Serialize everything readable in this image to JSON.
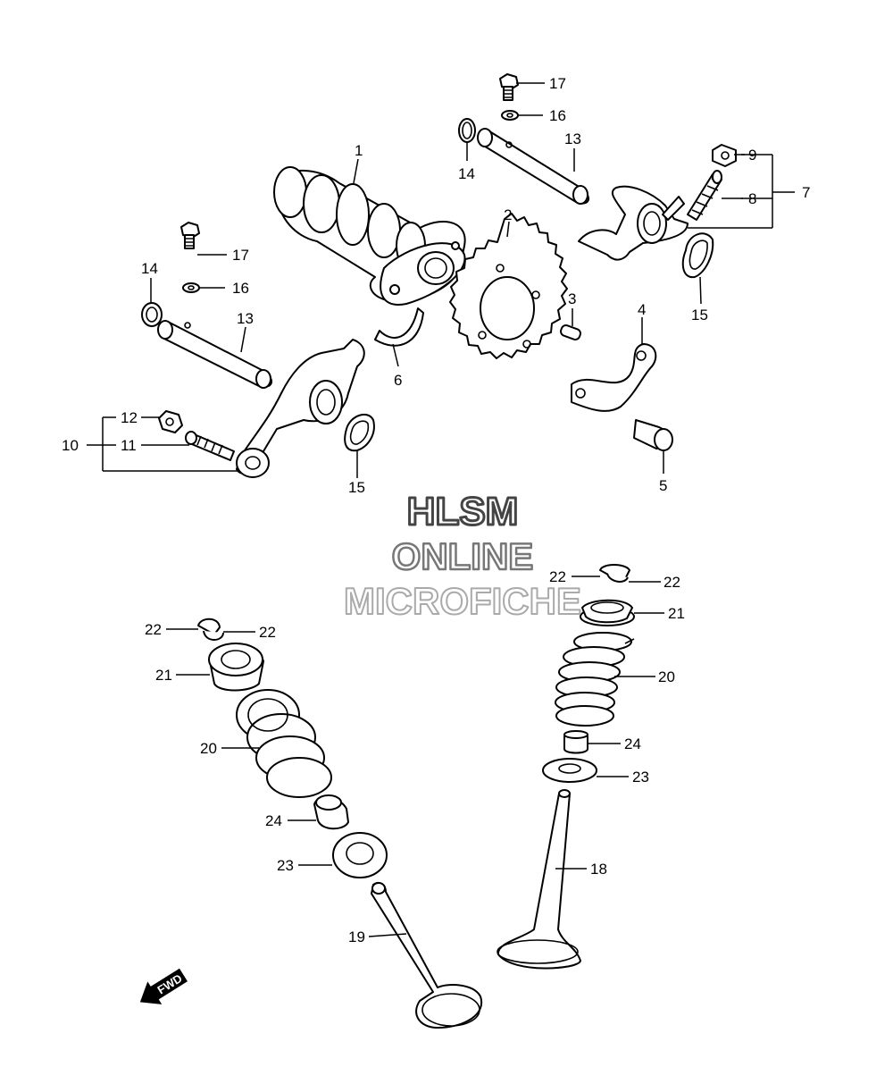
{
  "watermark": {
    "line1": "HLSM",
    "line2": "ONLINE",
    "line3": "MICROFICHE"
  },
  "fwd_label": "FWD",
  "callouts": {
    "c1": "1",
    "c2": "2",
    "c3": "3",
    "c4": "4",
    "c5": "5",
    "c6": "6",
    "c7": "7",
    "c8": "8",
    "c9": "9",
    "c10": "10",
    "c11": "11",
    "c12": "12",
    "c13_right": "13",
    "c13_left": "13",
    "c14_right": "14",
    "c14_left": "14",
    "c15_right": "15",
    "c15_left": "15",
    "c16_right": "16",
    "c16_left": "16",
    "c17_right": "17",
    "c17_left": "17",
    "c18": "18",
    "c19": "19",
    "c20_right": "20",
    "c20_left": "20",
    "c21_right": "21",
    "c21_left": "21",
    "c22_right_a": "22",
    "c22_right_b": "22",
    "c22_left_a": "22",
    "c22_left_b": "22",
    "c23_right": "23",
    "c23_left": "23",
    "c24_right": "24",
    "c24_left": "24"
  },
  "icons": {
    "direction": "fwd-arrow-icon"
  }
}
